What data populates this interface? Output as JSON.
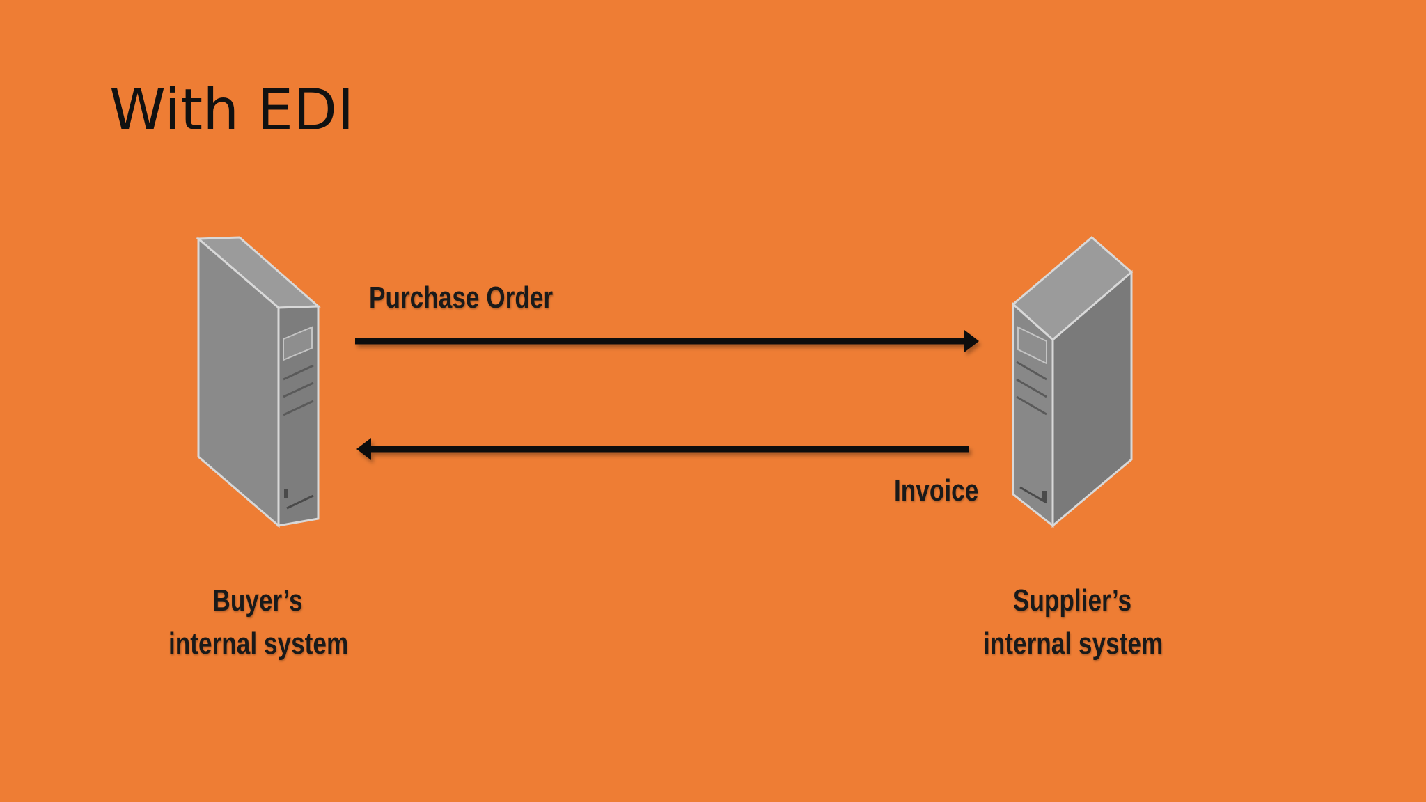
{
  "slide": {
    "title": "With EDI",
    "background": "#EE7D34"
  },
  "diagram": {
    "buyer": {
      "icon": "server-tower-icon",
      "label_line1": "Buyer’s",
      "label_line2": "internal system"
    },
    "supplier": {
      "icon": "server-tower-icon",
      "label_line1": "Supplier’s",
      "label_line2": "internal system"
    },
    "flows": [
      {
        "label": "Purchase Order",
        "direction": "buyer-to-supplier"
      },
      {
        "label": "Invoice",
        "direction": "supplier-to-buyer"
      }
    ]
  }
}
